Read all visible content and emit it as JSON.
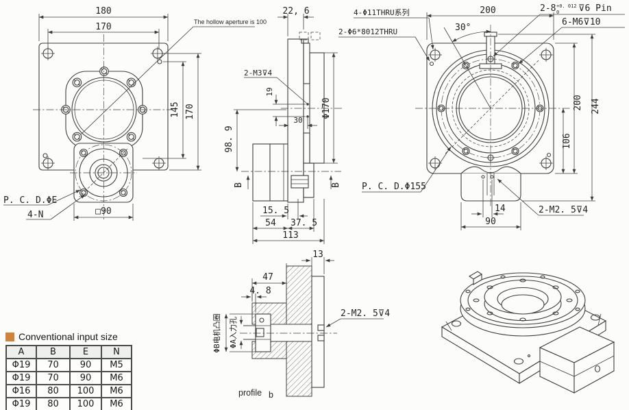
{
  "colors": {
    "ink": "#3c3c3c",
    "accent": "#d0833c",
    "paper": "#fcfcfa"
  },
  "front": {
    "d180": "180",
    "d170t": "170",
    "d145": "145",
    "d170r": "170",
    "sq90": "□90",
    "pcd": "P. C. D.ΦE",
    "n4": "4-N",
    "note": "The hollow aperture is 100"
  },
  "side": {
    "d226": "22, 6",
    "m3": "2-M3⊽4",
    "d19": "19",
    "d30": "30",
    "phi170": "Φ170",
    "d989": "98. 9",
    "b": "B",
    "d155": "15. 5",
    "d54": "54",
    "d375": "37. 5",
    "d113": "113"
  },
  "top": {
    "phi11": "4-Φ11THRU系列",
    "phi6": "2-Φ6*8012THRU",
    "pin1": "2-8",
    "pinSup": "+0. 012",
    "pinSub": "0",
    "pin2": "⊽6 Pin",
    "m6": "6-M6⊽10",
    "d200t": "200",
    "a30": "30°",
    "d200r": "200",
    "d244": "244",
    "d106": "106",
    "pcd155": "P. C. D.Φ155",
    "m25": "2-M2. 5⊽4",
    "d14": "14",
    "d90": "90"
  },
  "sect": {
    "d13": "13",
    "d47": "47",
    "d48": "4. 8",
    "phiB": "ΦB电机凸圈",
    "phiA": "ΦA入力孔",
    "m25": "2-M2. 5⊽4",
    "profile": "profile",
    "b": "b"
  },
  "table": {
    "title": "Conventional input size",
    "headers": [
      "A",
      "B",
      "E",
      "N"
    ],
    "rows": [
      [
        "Φ19",
        "70",
        "90",
        "M5"
      ],
      [
        "Φ19",
        "70",
        "90",
        "M6"
      ],
      [
        "Φ16",
        "80",
        "100",
        "M6"
      ],
      [
        "Φ19",
        "80",
        "100",
        "M6"
      ]
    ]
  }
}
